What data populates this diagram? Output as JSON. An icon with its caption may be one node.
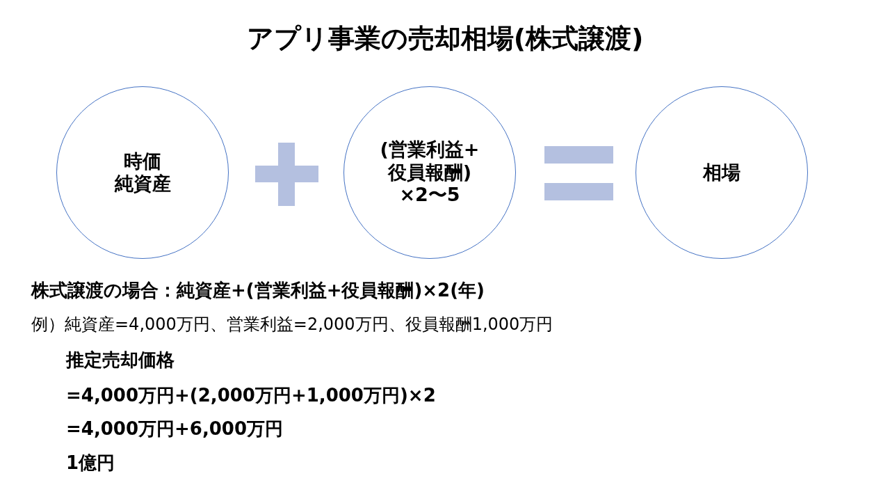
{
  "diagram": {
    "title": "アプリ事業の売却相場(株式譲渡)",
    "nodes": [
      {
        "text": [
          "時価純資産"
        ]
      },
      {
        "text": [
          "(営業利益+役員報酬)×2〜5"
        ]
      },
      {
        "text": [
          "相場"
        ]
      }
    ],
    "labels": [
      "株式譲渡の場合：純資産+(営業利益+役員報酬)×2(年)",
      "例）純資産=4,000万円、営業利益=2,000万円、役員報酬1,000万円",
      "推定売却価格",
      "=4,000万円+(2,000万円+1,000万円)×2",
      "=4,000万円+6,000万円",
      "1億円"
    ]
  }
}
